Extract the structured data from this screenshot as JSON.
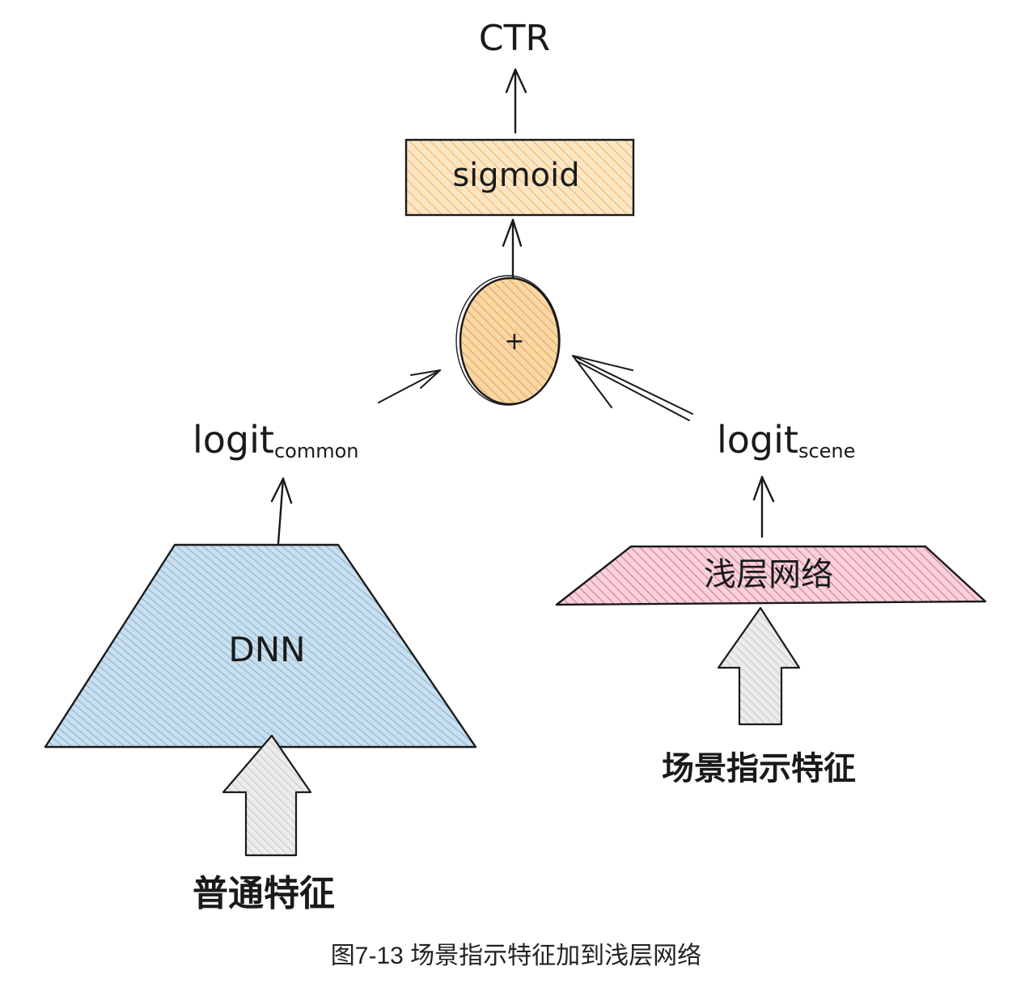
{
  "nodes": {
    "output_label": "CTR",
    "sigmoid_label": "sigmoid",
    "sum_label": "+",
    "logit_common_base": "logit",
    "logit_common_sub": "common",
    "logit_scene_base": "logit",
    "logit_scene_sub": "scene",
    "dnn_label": "DNN",
    "shallow_net_label": "浅层网络",
    "common_features_label": "普通特征",
    "scene_features_label": "场景指示特征"
  },
  "caption": "图7-13  场景指示特征加到浅层网络",
  "colors": {
    "sigmoid_fill": "#f3c98a",
    "sum_fill": "#f5b85a",
    "dnn_fill": "#9cc3de",
    "shallow_fill": "#e58aa0",
    "input_arrow_fill": "#dedede",
    "stroke": "#1a1a1a"
  }
}
